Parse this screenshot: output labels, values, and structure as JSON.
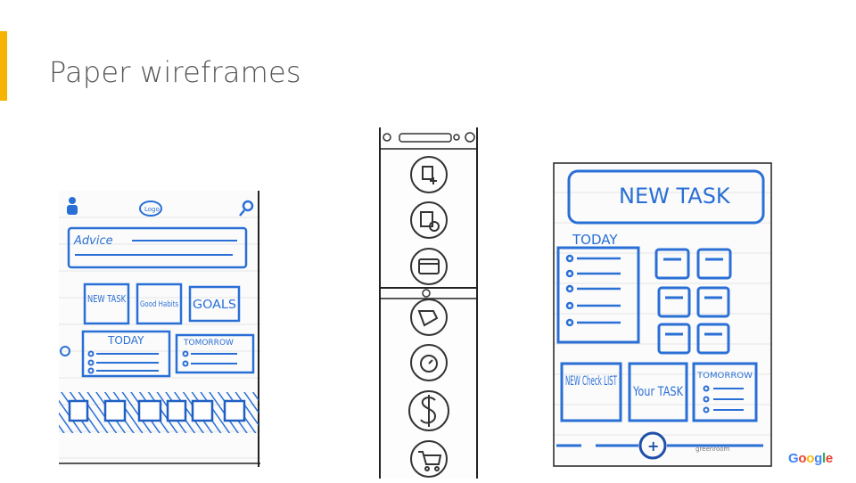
{
  "slide": {
    "title": "Paper wireframes",
    "accent_color": "#f4b400",
    "logo_text": "Google",
    "logo_colors": [
      "#4285f4",
      "#ea4335",
      "#fbbc05",
      "#4285f4",
      "#34a853",
      "#ea4335"
    ]
  },
  "sketch1": {
    "logo_label": "Logo",
    "advice_label": "Advice",
    "buttons": [
      "NEW TASK",
      "Good Habits",
      "GOALS"
    ],
    "today_label": "TODAY",
    "tomorrow_label": "TOMORROW",
    "icons": [
      "person-icon",
      "logo-icon",
      "search-icon"
    ],
    "ink_color": "#2a6fd6"
  },
  "sketch2": {
    "icons": [
      "add-task-icon",
      "calendar-add-icon",
      "calendar-icon",
      "habits-icon",
      "timer-icon",
      "dollar-icon",
      "shopping-cart-icon"
    ],
    "ink_color": "#333333"
  },
  "sketch3": {
    "new_task_label": "NEW TASK",
    "today_label": "TODAY",
    "new_checklist_label": "NEW Check LIST",
    "your_task_label": "Your TASK",
    "tomorrow_label": "TOMORROW",
    "add_symbol": "+",
    "watermark": "greenroom",
    "ink_color": "#2a6fd6"
  }
}
